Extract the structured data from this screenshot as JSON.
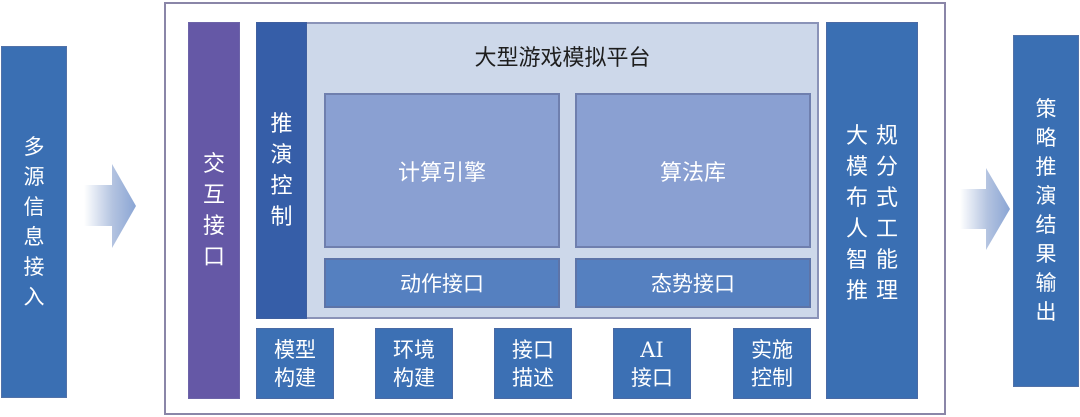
{
  "input": {
    "label": "多源信息接入",
    "chars": [
      "多",
      "源",
      "信",
      "息",
      "接",
      "入"
    ]
  },
  "output": {
    "label": "策略推演结果输出",
    "chars": [
      "策",
      "略",
      "推",
      "演",
      "结",
      "果",
      "输",
      "出"
    ]
  },
  "interaction": {
    "label": "交互接口",
    "chars": [
      "交",
      "互",
      "接",
      "口"
    ]
  },
  "control": {
    "label": "推演控制",
    "chars": [
      "推",
      "演",
      "控",
      "制"
    ]
  },
  "platform": {
    "title": "大型游戏模拟平台",
    "engine": "计算引擎",
    "algorithm_lib": "算法库",
    "action_interface": "动作接口",
    "situation_interface": "态势接口"
  },
  "bottom_modules": [
    {
      "line1": "模型",
      "line2": "构建"
    },
    {
      "line1": "环境",
      "line2": "构建"
    },
    {
      "line1": "接口",
      "line2": "描述"
    },
    {
      "line1": "AI",
      "line2": "接口"
    },
    {
      "line1": "实施",
      "line2": "控制"
    }
  ],
  "ai_reasoning": {
    "label": "大规模分布式人工智能推理",
    "chars": [
      "大",
      "规",
      "模",
      "分",
      "布",
      "式",
      "人",
      "工",
      "智",
      "能",
      "推",
      "理"
    ]
  },
  "colors": {
    "io_blue": "#3a6fb3",
    "interaction_purple": "#6558a6",
    "control_blue": "#365ea8",
    "platform_bg": "#cdd8ea",
    "inner_box": "#8aa0d2",
    "interface_box": "#5580c0"
  }
}
